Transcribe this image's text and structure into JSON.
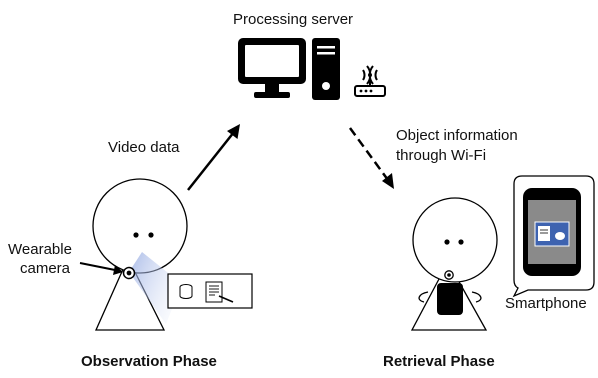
{
  "server": {
    "title": "Processing server",
    "icons": [
      "desktop-monitor-icon",
      "pc-tower-icon",
      "wifi-router-icon"
    ]
  },
  "flows": {
    "upload_label": "Video data",
    "download_label_line1": "Object information",
    "download_label_line2": "through Wi-Fi"
  },
  "observation": {
    "camera_label_line1": "Wearable",
    "camera_label_line2": "camera",
    "phase_label": "Observation Phase"
  },
  "retrieval": {
    "device_label": "Smartphone",
    "phase_label": "Retrieval Phase"
  },
  "colors": {
    "stroke": "#000000",
    "camera_view": "#b7c6ea",
    "screen_frame": "#7a7a7a",
    "screen_content": "#4a6db5"
  }
}
